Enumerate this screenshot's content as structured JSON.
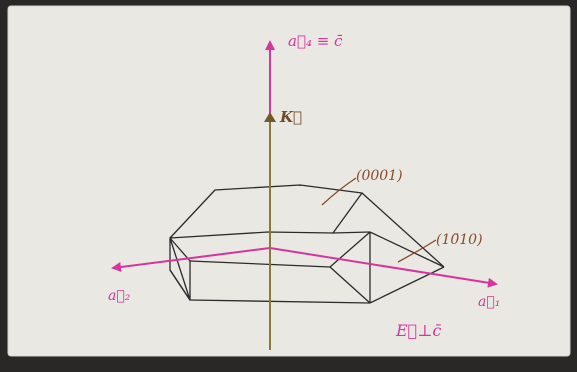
{
  "axes": {
    "a4_label": "a⃗₄ ≡ c̄",
    "k_label": "K⃗",
    "a1_label": "a⃗₁",
    "a2_label": "a⃗₂"
  },
  "faces": {
    "basal_label": "(0001)",
    "prism_label": "(10̄10)"
  },
  "condition_label": "E⃗⊥c̄",
  "colors": {
    "paper": "#e9e8e3",
    "axis": "#d6359b",
    "k_vector": "#8a7a3a",
    "crystal": "#2b2b2b",
    "label_ink": "#8a4a2a"
  }
}
